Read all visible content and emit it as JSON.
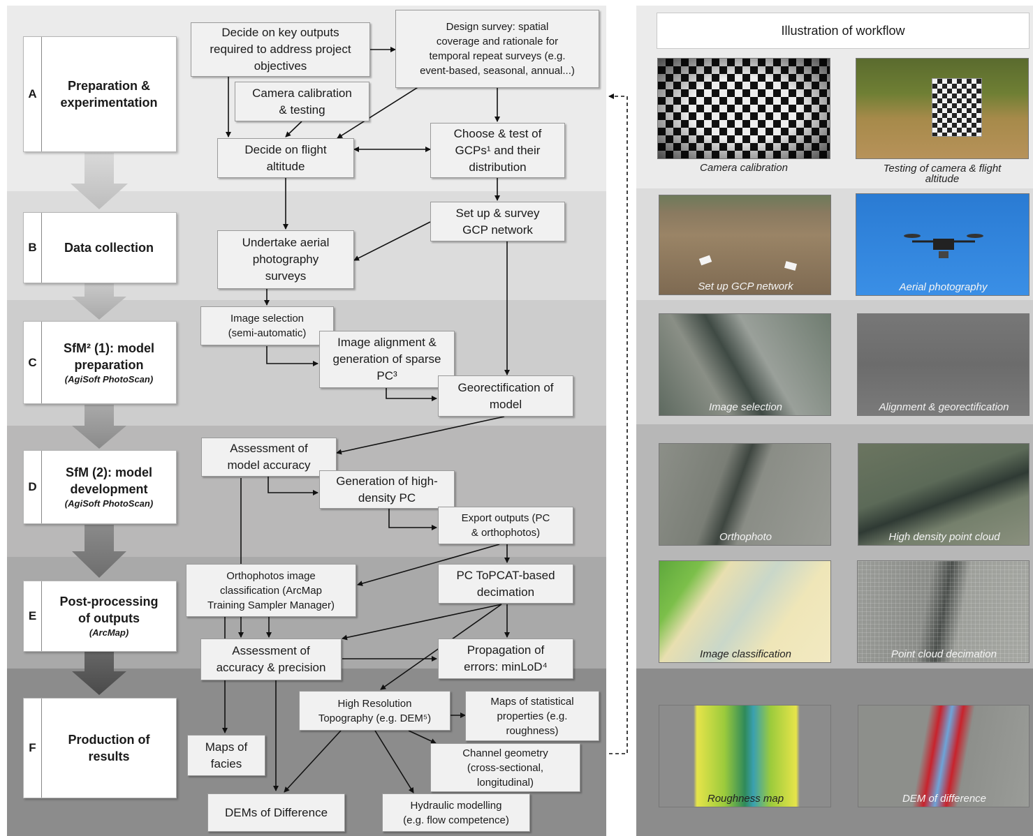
{
  "stages": [
    {
      "letter": "A",
      "title": "Preparation &\nexperimentation",
      "subtitle": ""
    },
    {
      "letter": "B",
      "title": "Data collection",
      "subtitle": ""
    },
    {
      "letter": "C",
      "title": "SfM² (1): model\npreparation",
      "subtitle": "(AgiSoft PhotoScan)"
    },
    {
      "letter": "D",
      "title": "SfM (2): model\ndevelopment",
      "subtitle": "(AgiSoft PhotoScan)"
    },
    {
      "letter": "E",
      "title": "Post-processing\nof outputs",
      "subtitle": "(ArcMap)"
    },
    {
      "letter": "F",
      "title": "Production of\nresults",
      "subtitle": ""
    }
  ],
  "steps": {
    "key_outputs": "Decide on key outputs\nrequired to address project\nobjectives",
    "design_survey": "Design survey: spatial\ncoverage and rationale for\ntemporal repeat surveys (e.g.\nevent-based, seasonal, annual...)",
    "camera_calibration": "Camera calibration\n& testing",
    "flight_altitude": "Decide on flight\naltitude",
    "choose_gcps": "Choose & test of\nGCPs¹ and their\ndistribution",
    "setup_gcp": "Set up & survey\nGCP network",
    "aerial_surveys": "Undertake aerial\nphotography\nsurveys",
    "image_selection": "Image selection\n(semi-automatic)",
    "image_alignment": "Image alignment &\ngeneration of sparse\nPC³",
    "georectification": "Georectification of\nmodel",
    "model_accuracy": "Assessment of\nmodel accuracy",
    "high_density_pc": "Generation of high-\ndensity PC",
    "export_outputs": "Export outputs (PC\n& orthophotos)",
    "ortho_classification": "Orthophotos image\nclassification (ArcMap\nTraining Sampler Manager)",
    "topcat_decimation": "PC ToPCAT-based\ndecimation",
    "accuracy_precision": "Assessment of\naccuracy & precision",
    "error_propagation": "Propagation of\nerrors: minLoD⁴",
    "high_res_topo": "High Resolution\nTopography (e.g. DEM⁵)",
    "stat_maps": "Maps of statistical\nproperties (e.g.\nroughness)",
    "channel_geometry": "Channel geometry\n(cross-sectional,\nlongitudinal)",
    "facies_maps": "Maps of\nfacies",
    "dems_difference": "DEMs of Difference",
    "hydraulic_modelling": "Hydraulic modelling\n(e.g. flow competence)"
  },
  "illustration": {
    "title": "Illustration of workflow",
    "captions": {
      "camera_calibration": "Camera calibration",
      "testing_camera": "Testing of camera & flight\naltitude",
      "setup_gcp": "Set up GCP network",
      "aerial_photography": "Aerial photography",
      "image_selection": "Image selection",
      "alignment": "Alignment & georectification",
      "orthophoto": "Orthophoto",
      "hd_point_cloud": "High density point cloud",
      "image_classification": "Image classification",
      "decimation": "Point cloud decimation",
      "roughness": "Roughness map",
      "dem_difference": "DEM of difference"
    }
  },
  "colors": {
    "band_a": "#ebebeb",
    "band_b": "#dcdcdc",
    "band_c": "#cdcdcd",
    "band_d": "#b9b8b8",
    "band_e": "#a9a9a9",
    "band_f": "#8c8c8c",
    "sky": "#2e7fd6"
  }
}
